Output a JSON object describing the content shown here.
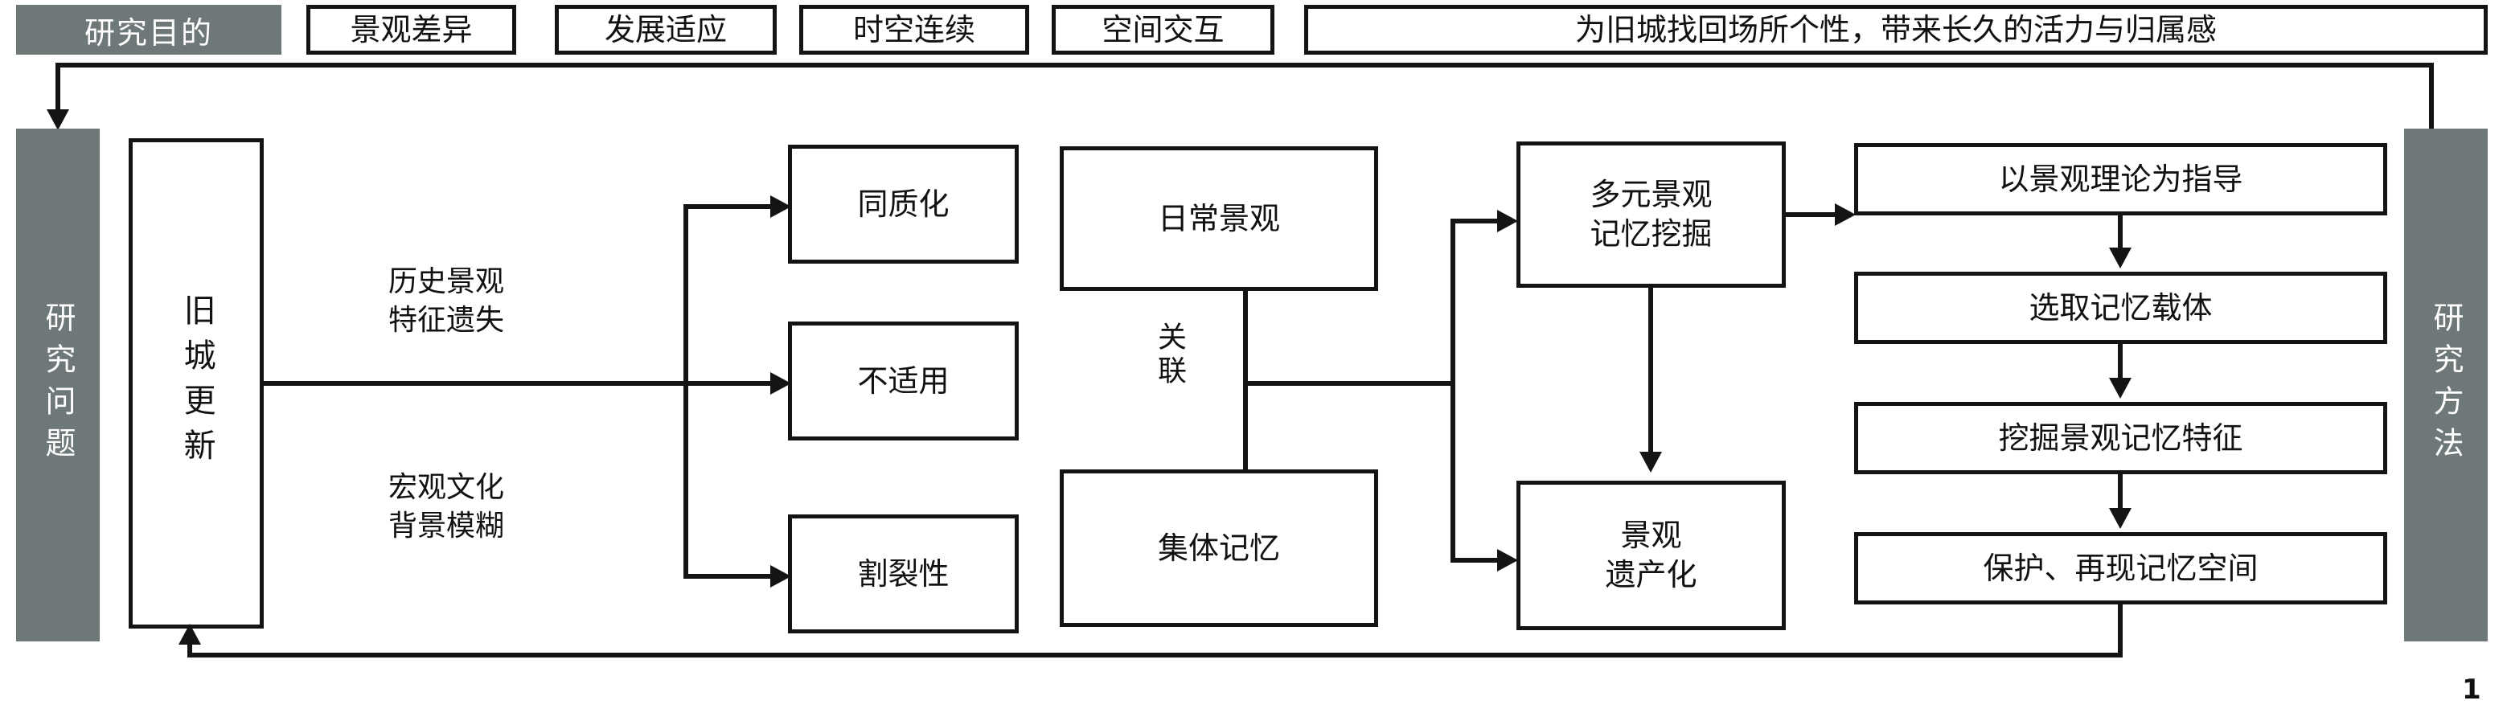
{
  "page": {
    "number": "1"
  },
  "palette": {
    "band_gray": "#6e7878",
    "stroke": "#141414",
    "canvas": "#ffffff"
  },
  "top_row": {
    "band_label": "研究目的",
    "items": [
      {
        "label": "景观差异"
      },
      {
        "label": "发展适应"
      },
      {
        "label": "时空连续"
      },
      {
        "label": "空间交互"
      }
    ],
    "goal_statement": "为旧城找回场所个性，带来长久的活力与归属感"
  },
  "left_band": {
    "label": "研究问题"
  },
  "right_band": {
    "label": "研究方法"
  },
  "source_box": {
    "label": "旧城更新"
  },
  "issue_labels": [
    {
      "label": "历史景观\n特征遗失"
    },
    {
      "label": "宏观文化\n背景模糊"
    }
  ],
  "consequences": [
    {
      "label": "同质化"
    },
    {
      "label": "不适用"
    },
    {
      "label": "割裂性"
    }
  ],
  "concepts": {
    "top": {
      "label": "日常景观"
    },
    "link_label": "关联",
    "bottom": {
      "label": "集体记忆"
    }
  },
  "strategies": [
    {
      "label": "多元景观\n记忆挖掘"
    },
    {
      "label": "景观\n遗产化"
    }
  ],
  "methods": [
    {
      "label": "以景观理论为指导"
    },
    {
      "label": "选取记忆载体"
    },
    {
      "label": "挖掘景观记忆特征"
    },
    {
      "label": "保护、再现记忆空间"
    }
  ]
}
